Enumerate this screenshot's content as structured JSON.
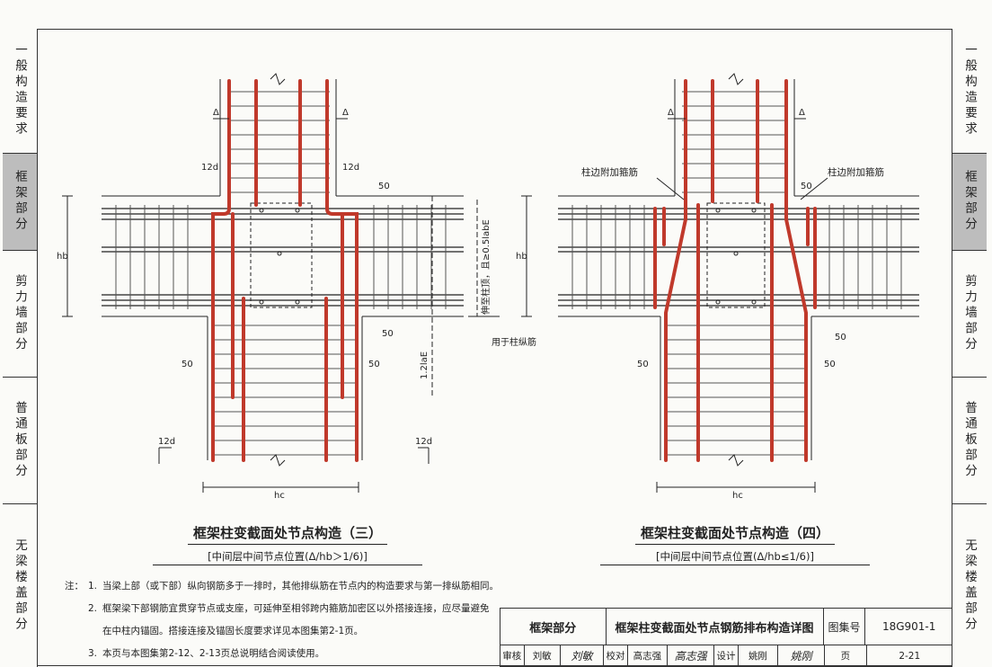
{
  "left_tabs": [
    {
      "label": "一般构造要求",
      "active": false
    },
    {
      "label": "框架部分",
      "active": true
    },
    {
      "label": "剪力墙部分",
      "active": false
    },
    {
      "label": "普通板部分",
      "active": false
    },
    {
      "label": "无梁楼盖部分",
      "active": false
    }
  ],
  "right_tabs": [
    {
      "label": "一般构造要求",
      "active": false
    },
    {
      "label": "框架部分",
      "active": true
    },
    {
      "label": "剪力墙部分",
      "active": false
    },
    {
      "label": "普通板部分",
      "active": false
    },
    {
      "label": "无梁楼盖部分",
      "active": false
    }
  ],
  "drawing_left": {
    "delta": "Δ",
    "d12": "12d",
    "d50": "50",
    "hb": "hb",
    "hc": "hc",
    "extend": "伸至柱顶，且≥0.5labE",
    "lap": "1.2laE",
    "for_col": "用于柱纵筋"
  },
  "drawing_right": {
    "delta": "Δ",
    "d50": "50",
    "hb": "hb",
    "hc": "hc",
    "stirrup_left": "柱边附加箍筋",
    "stirrup_right": "柱边附加箍筋"
  },
  "caption_left": {
    "title": "框架柱变截面处节点构造（三）",
    "sub": "[中间层中间节点位置(Δ/hb＞1/6)]"
  },
  "caption_right": {
    "title": "框架柱变截面处节点构造（四）",
    "sub": "[中间层中间节点位置(Δ/hb≤1/6)]"
  },
  "notes": {
    "lead": "注：",
    "items": [
      {
        "num": "1.",
        "text": "当梁上部（或下部）纵向钢筋多于一排时，其他排纵筋在节点内的构造要求与第一排纵筋相同。"
      },
      {
        "num": "2.",
        "text": "框架梁下部钢筋宜贯穿节点或支座，可延伸至相邻跨内箍筋加密区以外搭接连接，应尽量避免"
      },
      {
        "num": "",
        "text": "在中柱内锚固。搭接连接及锚固长度要求详见本图集第2-1页。"
      },
      {
        "num": "3.",
        "text": "本页与本图集第2-12、2-13页总说明结合阅读使用。"
      }
    ]
  },
  "title_block": {
    "section": "框架部分",
    "title": "框架柱变截面处节点钢筋排布构造详图",
    "atlas_label": "图集号",
    "atlas_no": "18G901-1",
    "review_label": "审核",
    "reviewer": "刘敏",
    "review_sig": "刘敏",
    "check_label": "校对",
    "checker": "高志强",
    "check_sig": "高志强",
    "design_label": "设计",
    "designer": "姚刚",
    "design_sig": "姚刚",
    "page_label": "页",
    "page_no": "2-21"
  },
  "colors": {
    "rebar": "#c0392b",
    "ink": "#222222",
    "tab_active": "#bdbdbd"
  }
}
